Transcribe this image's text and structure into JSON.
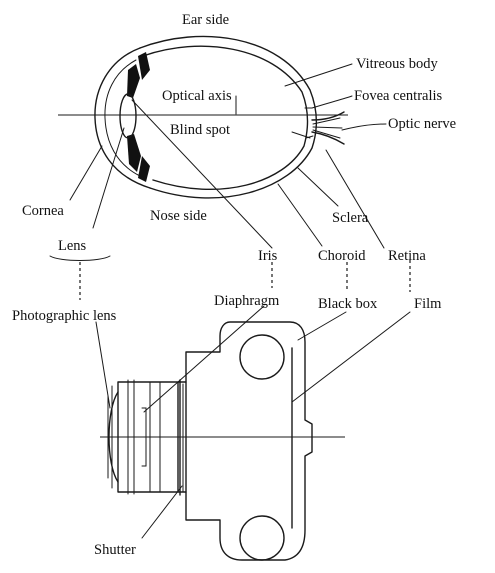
{
  "labels": {
    "ear_side": "Ear side",
    "vitreous_body": "Vitreous body",
    "optical_axis": "Optical axis",
    "fovea_centralis": "Fovea centralis",
    "blind_spot": "Blind spot",
    "optic_nerve": "Optic nerve",
    "cornea": "Cornea",
    "nose_side": "Nose side",
    "sclera": "Sclera",
    "lens": "Lens",
    "iris": "Iris",
    "choroid": "Choroid",
    "retina": "Retina",
    "diaphragm": "Diaphragm",
    "black_box": "Black box",
    "photographic_lens": "Photographic lens",
    "film": "Film",
    "shutter": "Shutter"
  }
}
